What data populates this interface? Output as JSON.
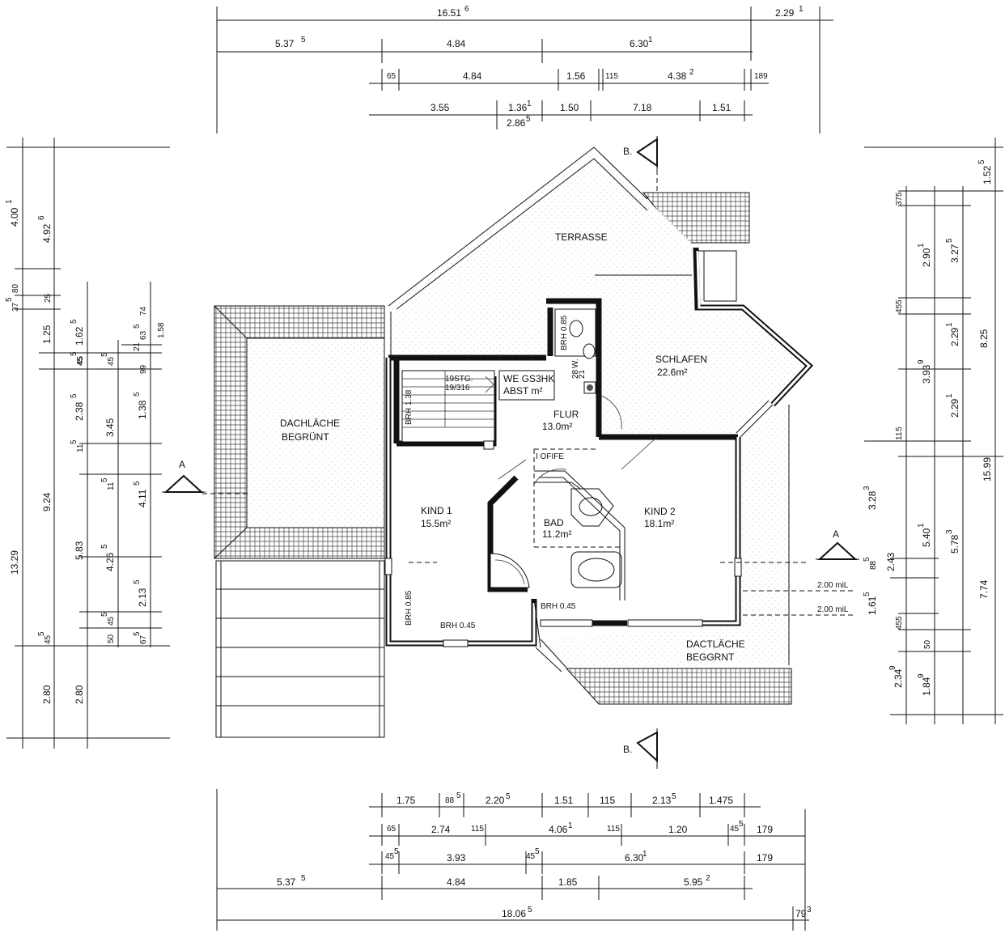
{
  "rooms": {
    "terrasse": "TERRASSE",
    "schlafen": "SCHLAFEN",
    "schlafen_area": "22.6m²",
    "dach_left_1": "DACHLÄCHE",
    "dach_left_2": "BEGRÜNT",
    "flur": "FLUR",
    "flur_area": "13.0m²",
    "kind1": "KIND 1",
    "kind1_area": "15.5m²",
    "kind2": "KIND 2",
    "kind2_area": "18.1m²",
    "bad": "BAD",
    "bad_area": "11.2m²",
    "dach_right_1": "DACTLÄCHE",
    "dach_right_2": "BEGGRNT",
    "we_1": "WE GS3HK",
    "we_2": "ABST m²",
    "stairs_1": "19STG.",
    "stairs_2": "19/316",
    "ofife": "I OFIFE",
    "brh_085_top": "BRH 0.85",
    "brh_138": "BRH 1.38",
    "brh_085_left": "BRH 0.85",
    "brh_045_kind1": "BRH 0.45",
    "brh_045_bad": "BRH 0.45",
    "w_label": "W.",
    "w_val": "28",
    "w_val2": "21",
    "mil_1": "2.00 miL",
    "mil_2": "2.00 miL",
    "sec_a_left": "A",
    "sec_a_right": "A",
    "sec_b_top": "B.",
    "sec_b_bottom": "B."
  },
  "dims_top": {
    "r1": [
      "16.51",
      "6",
      "2.29",
      "1"
    ],
    "r2": [
      "5.37",
      "5",
      "4.84",
      "6.30",
      "1"
    ],
    "r3": [
      "65",
      "4.84",
      "1.56",
      "115",
      "4.38",
      "2",
      "189"
    ],
    "r4": [
      "3.55",
      "1.36",
      "1",
      "2.86",
      "5",
      "1.50",
      "7.18",
      "1.51"
    ]
  },
  "dims_bottom": {
    "r1": [
      "1.75",
      "88",
      "5",
      "2.20",
      "5",
      "1.51",
      "115",
      "2.13",
      "5",
      "1.475"
    ],
    "r2": [
      "65",
      "2.74",
      "115",
      "4.06",
      "1",
      "115",
      "1.20",
      "45",
      "5",
      "179"
    ],
    "r3": [
      "45",
      "5",
      "3.93",
      "45",
      "5",
      "6.30",
      "1",
      "179"
    ],
    "r4": [
      "5.37",
      "5",
      "4.84",
      "1.85",
      "5.95",
      "2"
    ],
    "r5": [
      "18.06",
      "5",
      "79",
      "3"
    ]
  },
  "dims_left": {
    "c1": [
      "4.00",
      "1",
      "37",
      "5",
      "80",
      "1.25",
      "13.29",
      "2.80"
    ],
    "c2": [
      "4.92",
      "6",
      "25",
      "1.62",
      "5",
      "45",
      "5",
      "2.38",
      "5",
      "11",
      "5",
      "9.24",
      "5.83",
      "45",
      "5",
      "2.80"
    ],
    "c3": [
      "45",
      "5",
      "3.45",
      "11",
      "5",
      "4.26",
      "5",
      "45",
      "5",
      "50",
      "21"
    ],
    "c4": [
      "63",
      "5",
      "99",
      "1.38",
      "5",
      "4.11",
      "5",
      "2.13",
      "5",
      "67",
      "5",
      "74",
      "1.58"
    ]
  },
  "dims_right": {
    "c1": [
      "37",
      "5",
      "45",
      "5",
      "11",
      "5",
      "88",
      "5",
      "1.61",
      "5",
      "45",
      "5",
      "2.34",
      "9"
    ],
    "c2": [
      "2.90",
      "1",
      "3.93",
      "9",
      "3.28",
      "3",
      "2.43",
      "50",
      "1.84",
      "9"
    ],
    "c3": [
      "3.27",
      "5",
      "2.29",
      "1",
      "2.29",
      "1",
      "5.40",
      "1",
      "5.78",
      "3"
    ],
    "c4": [
      "8.25",
      "7.74"
    ],
    "c5": [
      "1.52",
      "5",
      "15.99"
    ]
  }
}
